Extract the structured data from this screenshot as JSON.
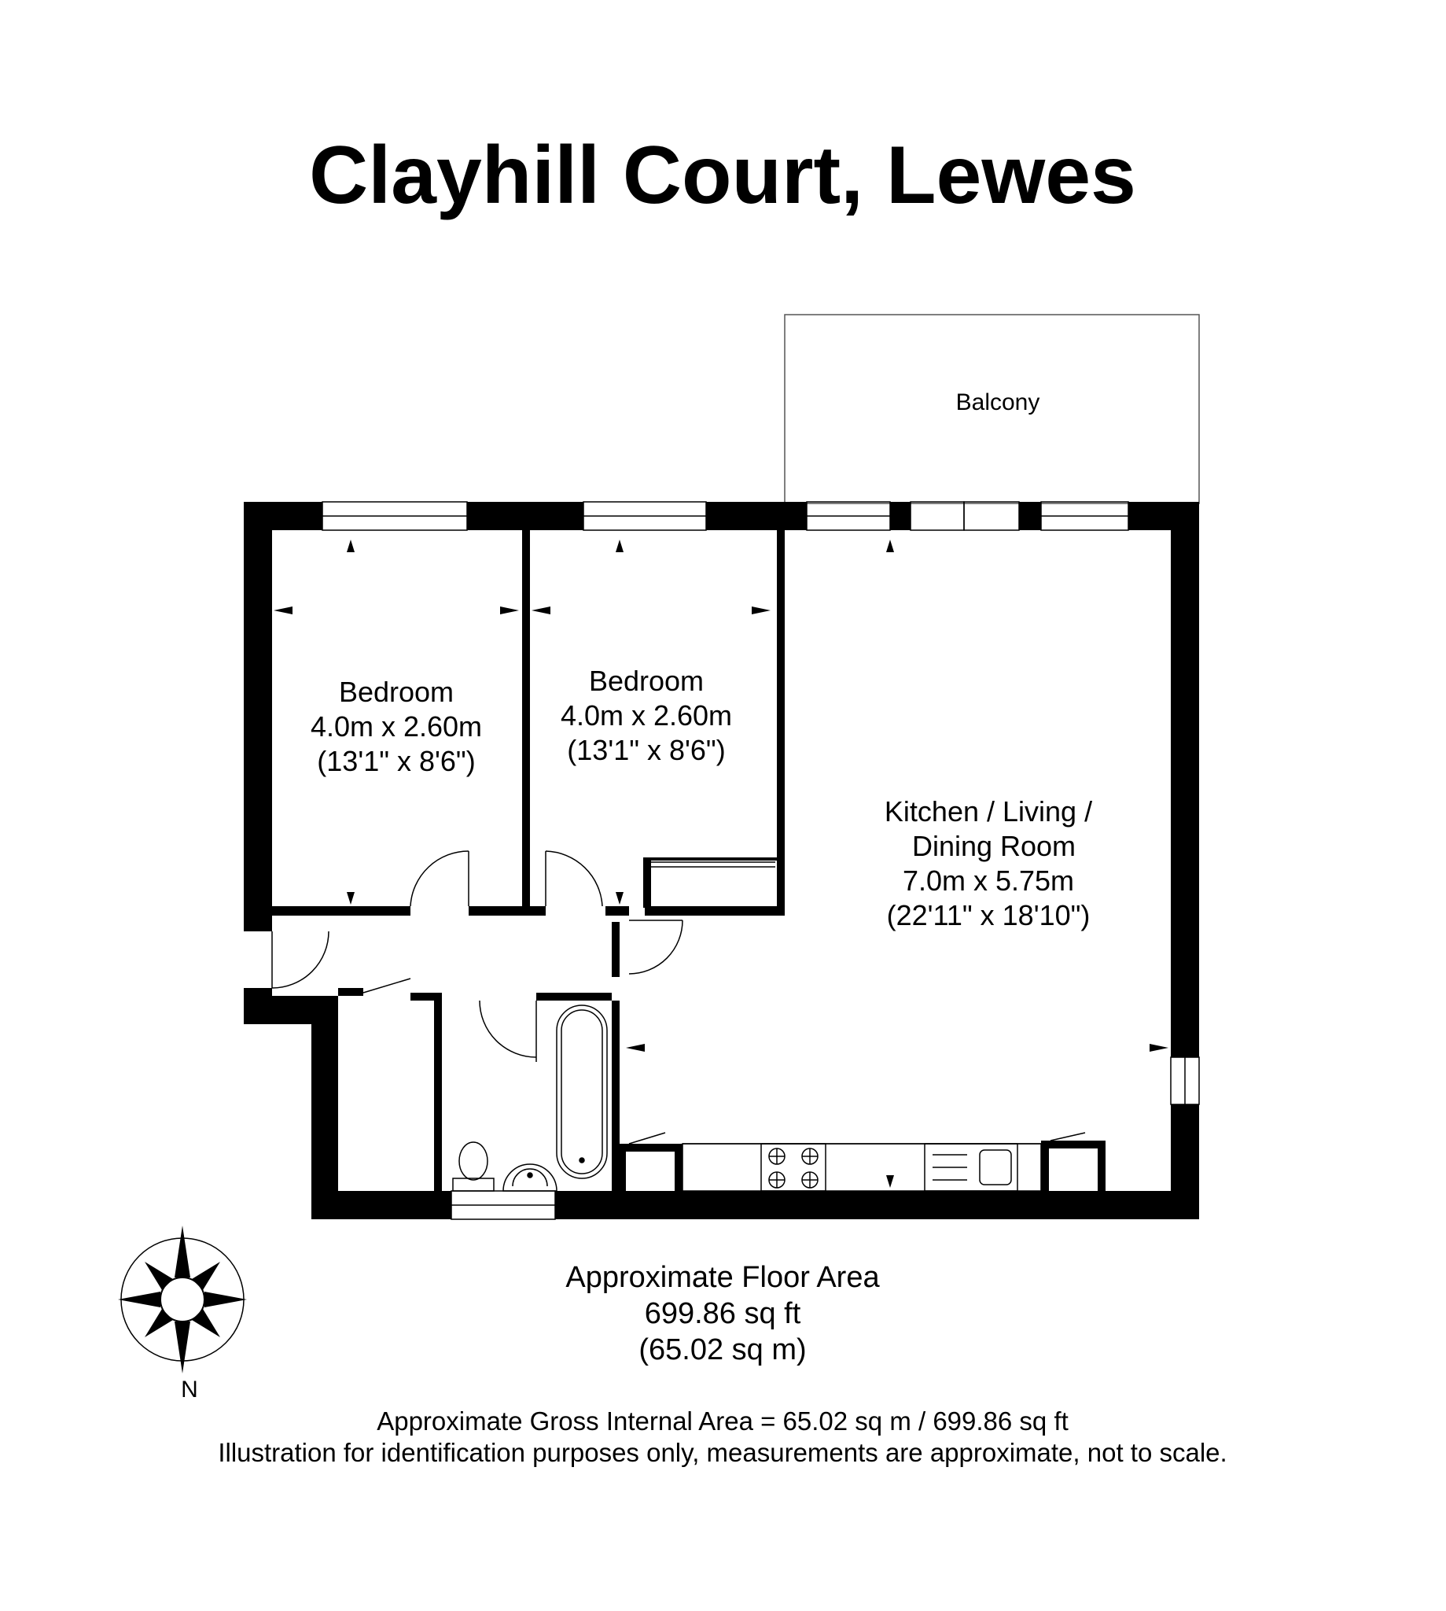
{
  "title": "Clayhill Court, Lewes",
  "rooms": {
    "balcony": {
      "name": "Balcony"
    },
    "bedroom_1": {
      "name": "Bedroom",
      "metric": "4.0m x 2.60m",
      "imperial": "(13'1\" x 8'6\")"
    },
    "bedroom_2": {
      "name": "Bedroom",
      "metric": "4.0m x 2.60m",
      "imperial": "(13'1\" x 8'6\")"
    },
    "kitchen_living": {
      "name_line1": "Kitchen / Living /",
      "name_line2": "Dining Room",
      "metric": "7.0m x 5.75m",
      "imperial": "(22'11\" x 18'10\")"
    }
  },
  "floor_area": {
    "heading": "Approximate Floor Area",
    "sq_ft": "699.86 sq ft",
    "sq_m": "(65.02 sq m)"
  },
  "compass": {
    "label": "N",
    "icon": "compass-rose-icon"
  },
  "footer": {
    "gross_area": "Approximate Gross Internal Area = 65.02 sq m / 699.86 sq ft",
    "disclaimer": "Illustration for identification purposes only, measurements are approximate, not to scale."
  },
  "colors": {
    "wall": "#000000",
    "background": "#ffffff",
    "line": "#555555"
  }
}
